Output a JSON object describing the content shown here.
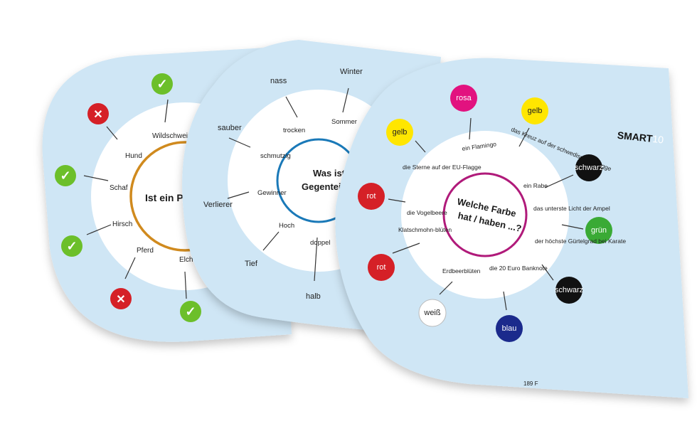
{
  "colors": {
    "card_bg": "#cfe6f5",
    "disc": "#ffffff",
    "ring_card1": "#d08a1e",
    "ring_card2": "#1a79b8",
    "ring_card3": "#b01a7a",
    "check": "#6cbf2a",
    "cross": "#d52027"
  },
  "card1": {
    "question": "Ist ein Paar",
    "answers": [
      "Wildschwein",
      "Hund",
      "Schaf",
      "Hirsch",
      "Pferd",
      "Elch"
    ],
    "markers": [
      {
        "icon": "check-icon",
        "symbol": "✓"
      },
      {
        "icon": "cross-icon",
        "symbol": "✕"
      },
      {
        "icon": "check-icon",
        "symbol": "✓"
      },
      {
        "icon": "check-icon",
        "symbol": "✓"
      },
      {
        "icon": "cross-icon",
        "symbol": "✕"
      },
      {
        "icon": "check-icon",
        "symbol": "✓"
      }
    ]
  },
  "card2": {
    "question_line1": "Was ist d",
    "question_line2": "Gegenteil v",
    "inner_answers": [
      "Sommer",
      "trocken",
      "schmutzig",
      "Gewinner",
      "Hoch",
      "doppel"
    ],
    "outer_answers": [
      "Winter",
      "nass",
      "sauber",
      "Verlierer",
      "Tief",
      "halb"
    ]
  },
  "card3": {
    "brand": "SMART",
    "brand_number": "10",
    "question_line1": "Welche Farbe",
    "question_line2": "hat / haben ...?",
    "card_number": "189 F",
    "items": [
      {
        "prompt": "ein Flamingo",
        "answer": "rosa",
        "color": "#e2127f",
        "text_color": "#ffffff"
      },
      {
        "prompt": "das Kreuz auf der schwedischen Flagge",
        "answer": "gelb",
        "color": "#ffe600",
        "text_color": "#222222"
      },
      {
        "prompt": "ein Rabe",
        "answer": "schwarz",
        "color": "#111111",
        "text_color": "#ffffff"
      },
      {
        "prompt": "das unterste Licht der Ampel",
        "answer": "grün",
        "color": "#3aaa35",
        "text_color": "#ffffff"
      },
      {
        "prompt": "der höchste Gürtelgrad bei Karate",
        "answer": "schwarz",
        "color": "#111111",
        "text_color": "#ffffff"
      },
      {
        "prompt": "die 20 Euro Banknote",
        "answer": "blau",
        "color": "#1b2a8c",
        "text_color": "#ffffff"
      },
      {
        "prompt": "Erdbeerblüten",
        "answer": "weiß",
        "color": "#ffffff",
        "text_color": "#222222"
      },
      {
        "prompt": "Klatschmohn-blüten",
        "answer": "rot",
        "color": "#d52027",
        "text_color": "#ffffff"
      },
      {
        "prompt": "die Vogelbeere",
        "answer": "rot",
        "color": "#d52027",
        "text_color": "#ffffff"
      },
      {
        "prompt": "die Sterne auf der EU-Flagge",
        "answer": "gelb",
        "color": "#ffe600",
        "text_color": "#222222"
      }
    ]
  }
}
